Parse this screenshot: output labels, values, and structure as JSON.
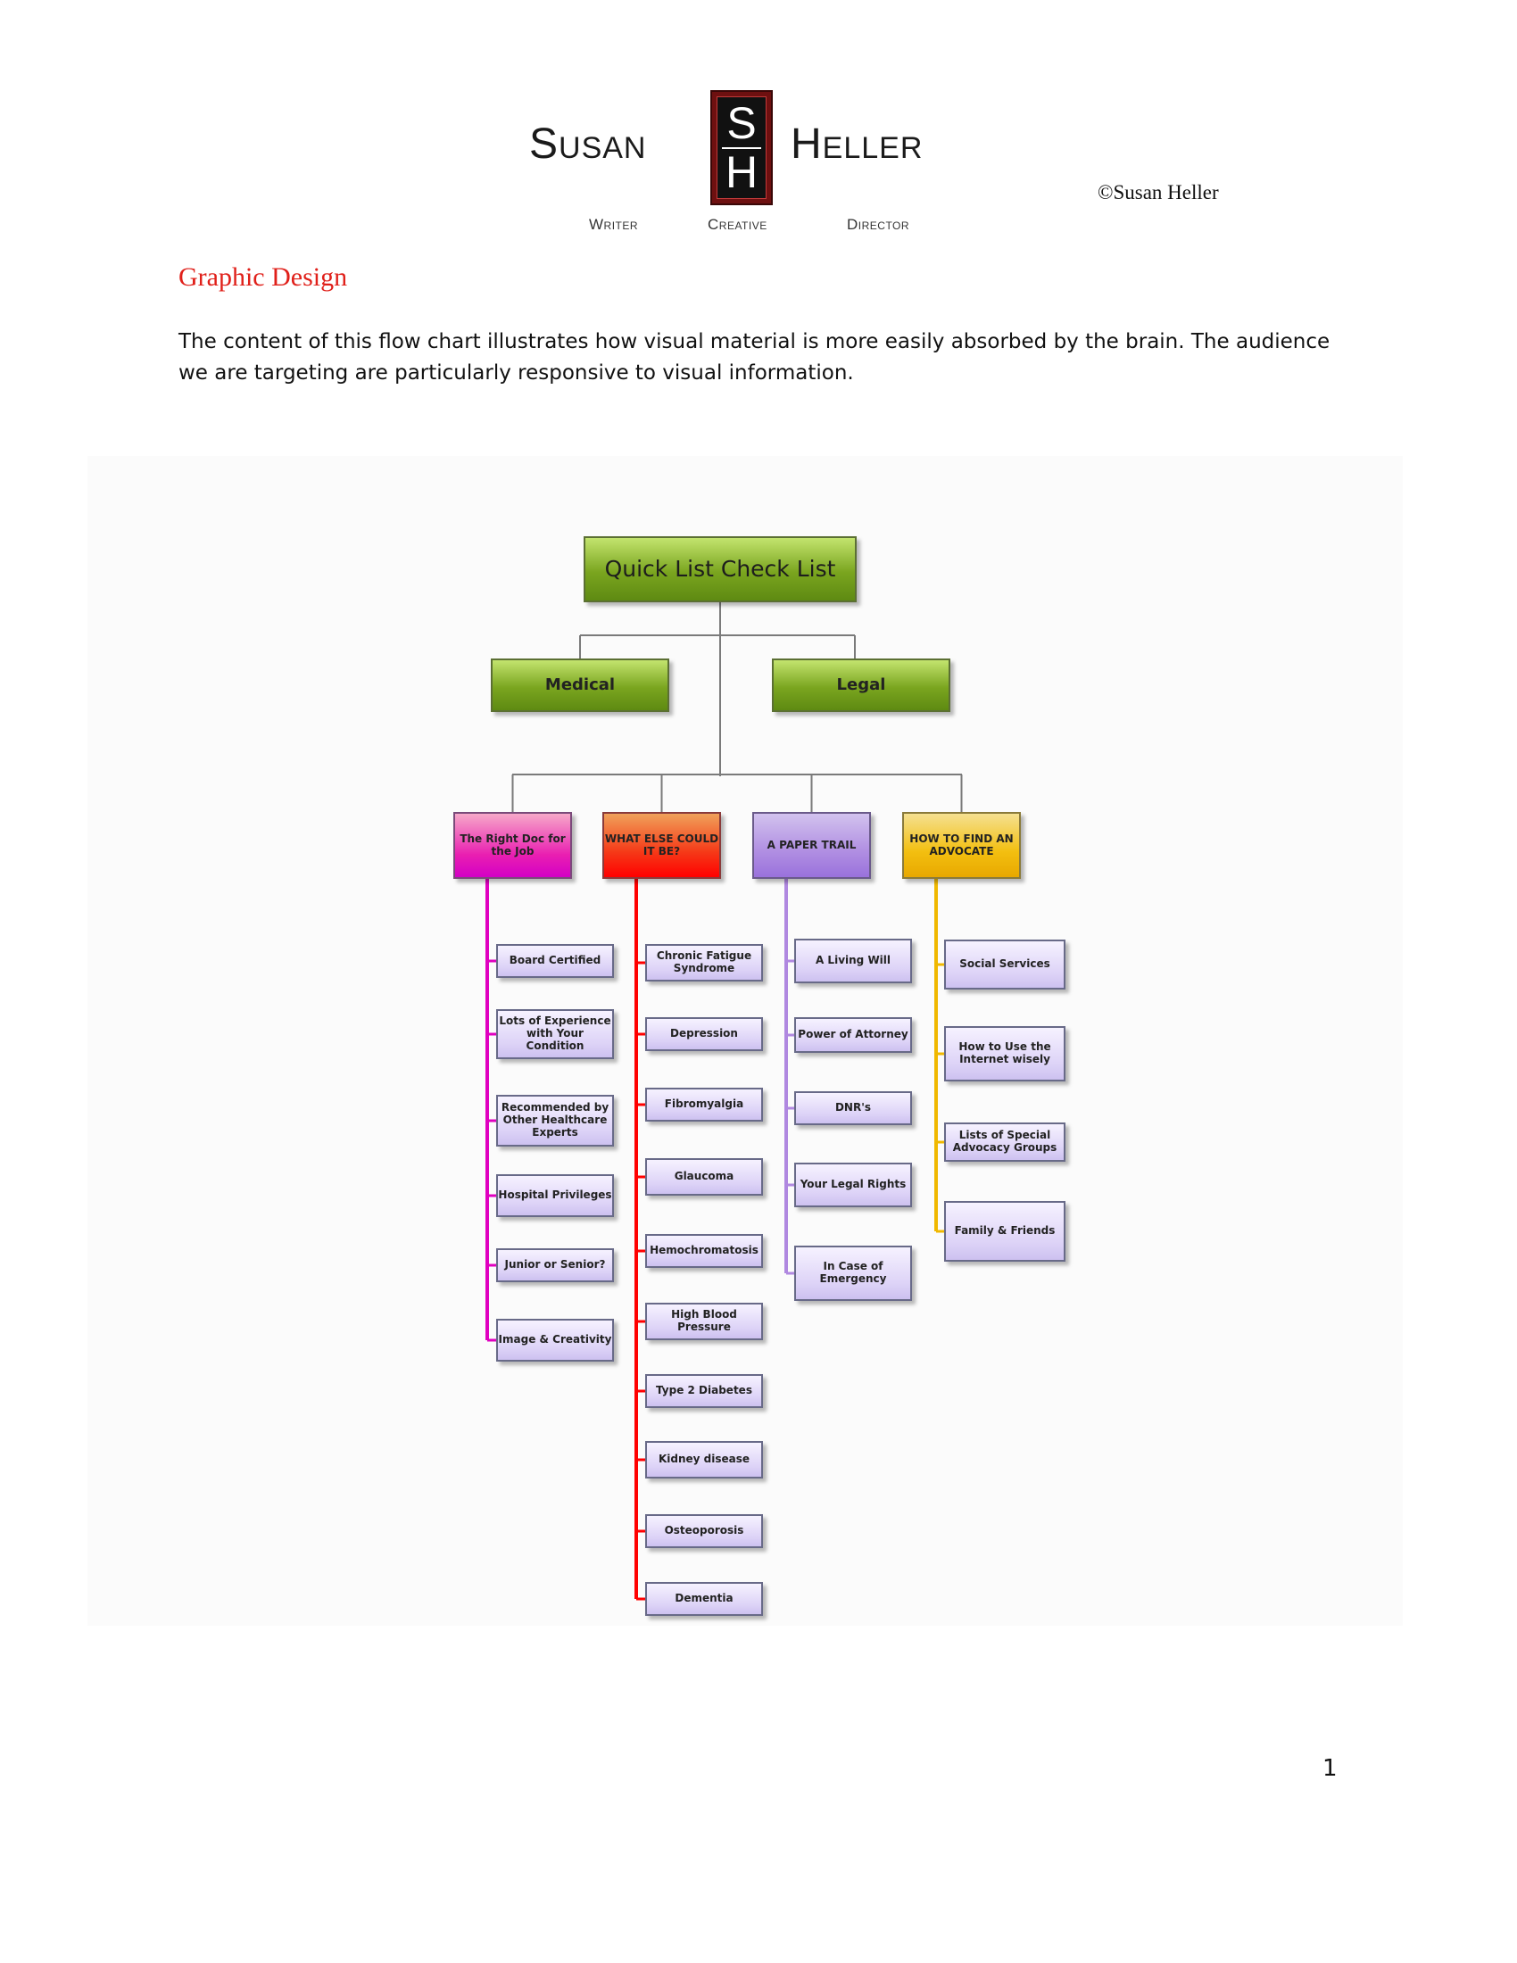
{
  "letterhead": {
    "name_left": "Susan",
    "name_right": "Heller",
    "monogram_top": "S",
    "monogram_bottom": "H",
    "sub_writer": "Writer",
    "sub_creative": "Creative",
    "sub_director": "Director",
    "copyright": "©Susan Heller"
  },
  "heading": "Graphic Design",
  "intro": "The content of this flow chart illustrates how visual material is more easily absorbed by the brain. The audience we are targeting are particularly responsive to visual information.",
  "chart": {
    "root": "Quick List Check List",
    "level1": [
      "Medical",
      "Legal"
    ],
    "columns": [
      {
        "title": "The Right Doc for the Job",
        "color": "#e000c0",
        "items": [
          "Board Certified",
          "Lots of Experience with Your Condition",
          "Recommended by Other Healthcare Experts",
          "Hospital Privileges",
          "Junior or Senior?",
          "Image & Creativity"
        ]
      },
      {
        "title": "WHAT ELSE COULD IT BE?",
        "color": "#ff0000",
        "items": [
          "Chronic Fatigue Syndrome",
          "Depression",
          "Fibromyalgia",
          "Glaucoma",
          "Hemochromatosis",
          "High Blood Pressure",
          "Type 2 Diabetes",
          "Kidney disease",
          "Osteoporosis",
          "Dementia"
        ]
      },
      {
        "title": "A PAPER TRAIL",
        "color": "#b088e0",
        "items": [
          "A Living Will",
          "Power of Attorney",
          "DNR's",
          "Your Legal Rights",
          "In Case of Emergency"
        ]
      },
      {
        "title": "HOW TO FIND AN ADVOCATE",
        "color": "#f0b800",
        "items": [
          "Social Services",
          "How to Use the Internet wisely",
          "Lists of Special Advocacy Groups",
          "Family & Friends"
        ]
      }
    ]
  },
  "footer": {
    "page_number": "1"
  }
}
